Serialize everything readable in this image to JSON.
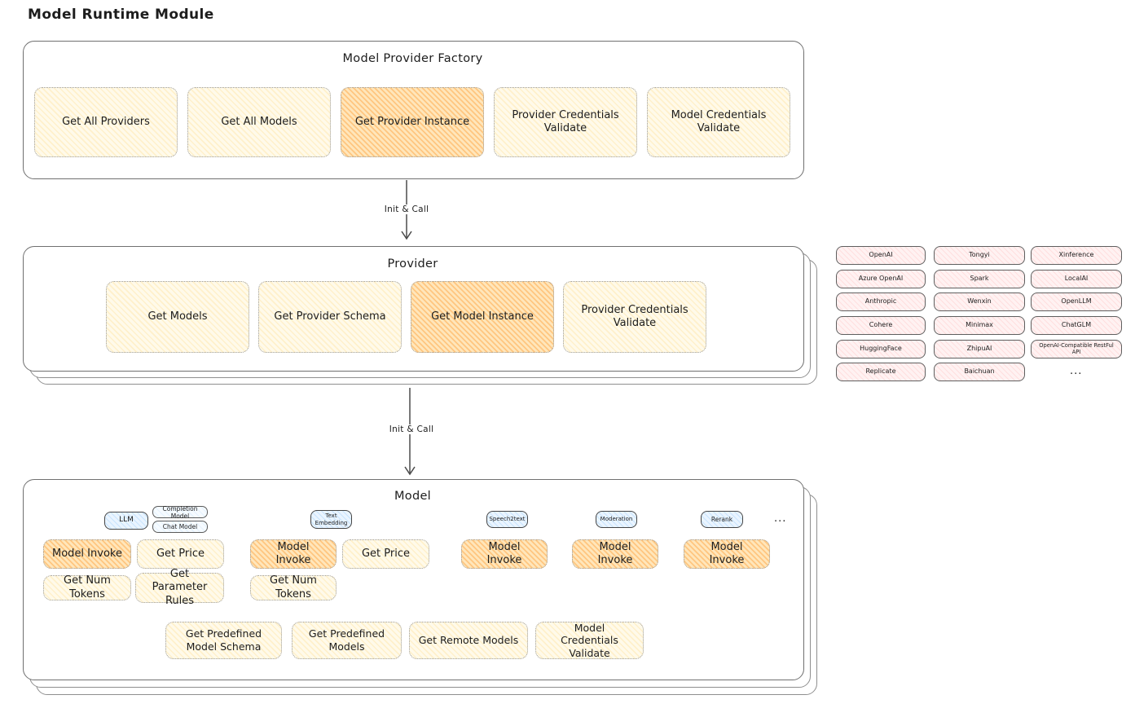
{
  "page": {
    "title": "Model Runtime Module"
  },
  "factory": {
    "title": "Model Provider Factory",
    "items": [
      "Get All Providers",
      "Get All Models",
      "Get Provider Instance",
      "Provider Credentials Validate",
      "Model Credentials Validate"
    ]
  },
  "arrows": {
    "label1": "Init & Call",
    "label2": "Init & Call"
  },
  "provider": {
    "title": "Provider",
    "items": [
      "Get Models",
      "Get Provider Schema",
      "Get Model Instance",
      "Provider Credentials Validate"
    ]
  },
  "providers_list": {
    "items": [
      "OpenAI",
      "Tongyi",
      "Xinference",
      "Azure OpenAI",
      "Spark",
      "LocalAI",
      "Anthropic",
      "Wenxin",
      "OpenLLM",
      "Cohere",
      "Minimax",
      "ChatGLM",
      "HuggingFace",
      "ZhipuAI",
      "OpenAI-Compatible RestFul API",
      "Replicate",
      "Baichuan"
    ],
    "more": "..."
  },
  "model": {
    "title": "Model",
    "tabs": {
      "llm": "LLM",
      "completion": "Completion Model",
      "chat": "Chat Model",
      "text_embedding": "Text Embedding",
      "speech2text": "Speech2text",
      "moderation": "Moderation",
      "rerank": "Rerank",
      "more": "..."
    },
    "ops": {
      "model_invoke": "Model Invoke",
      "get_price": "Get Price",
      "get_num_tokens": "Get Num Tokens",
      "get_parameter_rules": "Get Parameter Rules",
      "get_predefined_model_schema": "Get Predefined Model Schema",
      "get_predefined_models": "Get Predefined Models",
      "get_remote_models": "Get Remote Models",
      "model_credentials_validate": "Model Credentials Validate"
    }
  },
  "colors": {
    "yellow_fill": "#fffdf2",
    "yellow_hatch": "#ffcd64",
    "orange_fill": "#ffedc9",
    "orange_hatch": "#ffa037",
    "pink_fill": "#fff6f6",
    "pink_hatch": "#ff8c8c",
    "blue_fill": "#f0f8ff",
    "blue_hatch": "#6eb4fa",
    "panel_border": "#707070",
    "ink": "#1d1d1d"
  }
}
